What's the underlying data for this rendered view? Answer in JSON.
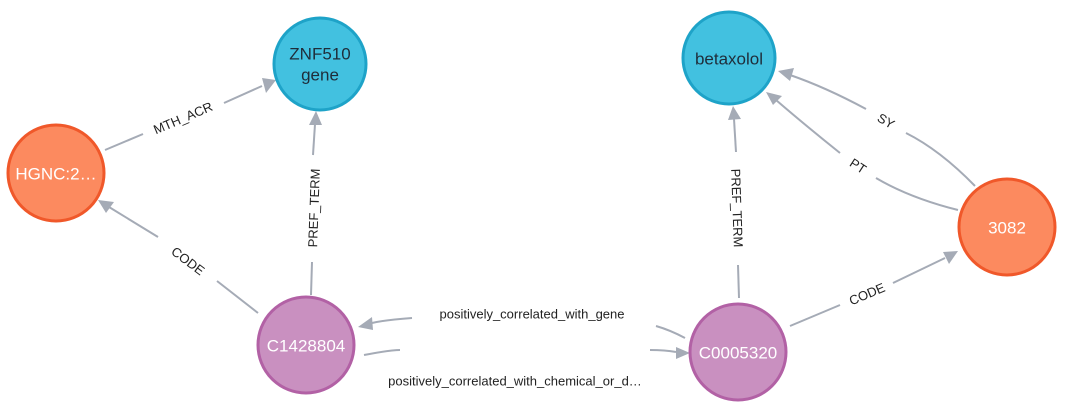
{
  "graph": {
    "nodes": {
      "znf510": {
        "label_lines": [
          "ZNF510",
          "gene"
        ],
        "type": "concept-name"
      },
      "betaxolol": {
        "label_lines": [
          "betaxolol"
        ],
        "type": "concept-name"
      },
      "hgnc": {
        "label_lines": [
          "HGNC:2…"
        ],
        "type": "code"
      },
      "code3082": {
        "label_lines": [
          "3082"
        ],
        "type": "code"
      },
      "c1428804": {
        "label_lines": [
          "C1428804"
        ],
        "type": "concept"
      },
      "c0005320": {
        "label_lines": [
          "C0005320"
        ],
        "type": "concept"
      }
    },
    "edges": {
      "mth_acr": {
        "label": "MTH_ACR",
        "from": "hgnc",
        "to": "znf510"
      },
      "pref_term_1": {
        "label": "PREF_TERM",
        "from": "c1428804",
        "to": "znf510"
      },
      "code_1": {
        "label": "CODE",
        "from": "c1428804",
        "to": "hgnc"
      },
      "pref_term_2": {
        "label": "PREF_TERM",
        "from": "c0005320",
        "to": "betaxolol"
      },
      "sy": {
        "label": "SY",
        "from": "code3082",
        "to": "betaxolol"
      },
      "pt": {
        "label": "PT",
        "from": "code3082",
        "to": "betaxolol"
      },
      "code_2": {
        "label": "CODE",
        "from": "c0005320",
        "to": "code3082"
      },
      "pos_gene": {
        "label": "positively_correlated_with_gene",
        "from": "c0005320",
        "to": "c1428804"
      },
      "pos_chem": {
        "label": "positively_correlated_with_chemical_or_d…",
        "from": "c1428804",
        "to": "c0005320"
      }
    }
  },
  "colors": {
    "concept_name_fill": "#42c1e0",
    "concept_name_stroke": "#1ea3c8",
    "code_fill": "#fc8a5f",
    "code_stroke": "#f0582a",
    "concept_fill": "#c990c0",
    "concept_stroke": "#b261a5",
    "edge": "#a5abb6",
    "text_dark": "#1f2d3a",
    "text_light": "#ffffff"
  }
}
